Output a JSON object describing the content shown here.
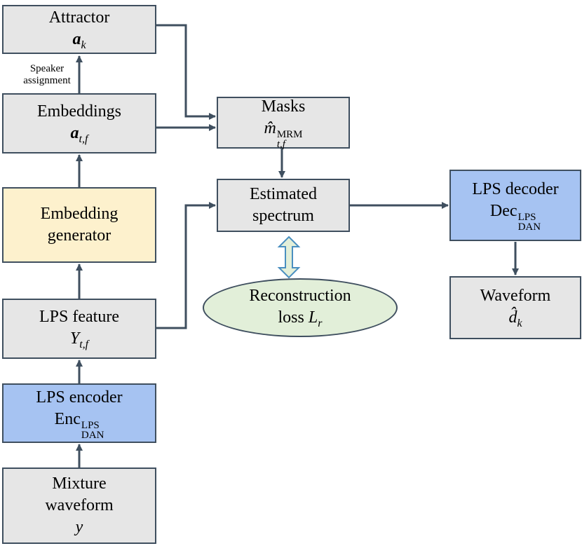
{
  "nodes": {
    "attractor": {
      "title": "Attractor",
      "symbol": "a",
      "sub": "k"
    },
    "embeddings": {
      "title": "Embeddings",
      "symbol": "a",
      "sub": "t,f"
    },
    "embedding_generator": {
      "line1": "Embedding",
      "line2": "generator"
    },
    "lps_feature": {
      "title": "LPS feature",
      "symbol": "Y",
      "sub": "t,f"
    },
    "lps_encoder": {
      "title": "LPS encoder",
      "base": "Enc",
      "sup": "LPS",
      "sub": "DAN"
    },
    "mixture": {
      "line1": "Mixture",
      "line2": "waveform",
      "symbol": "y"
    },
    "masks": {
      "title": "Masks",
      "symbol": "m̂",
      "sup": "MRM",
      "sub": "t,f"
    },
    "estimated_spectrum": {
      "line1": "Estimated",
      "line2": "spectrum"
    },
    "reconstruction_loss": {
      "line1": "Reconstruction",
      "line2": "loss",
      "symbol": "L",
      "sub": "r"
    },
    "lps_decoder": {
      "title": "LPS decoder",
      "base": "Dec",
      "sup": "LPS",
      "sub": "DAN"
    },
    "waveform": {
      "title": "Waveform",
      "symbol": "d̂",
      "sub": "k"
    }
  },
  "annotations": {
    "speaker_assignment_1": "Speaker",
    "speaker_assignment_2": "assignment"
  },
  "colors": {
    "stroke": "#3f4f5f",
    "gray_fill": "#e6e6e6",
    "blue_fill": "#a6c3f2",
    "yellow_fill": "#fdf1cd",
    "ellipse_fill": "#e2efd9",
    "double_arrow_fill": "#e2efd9"
  }
}
